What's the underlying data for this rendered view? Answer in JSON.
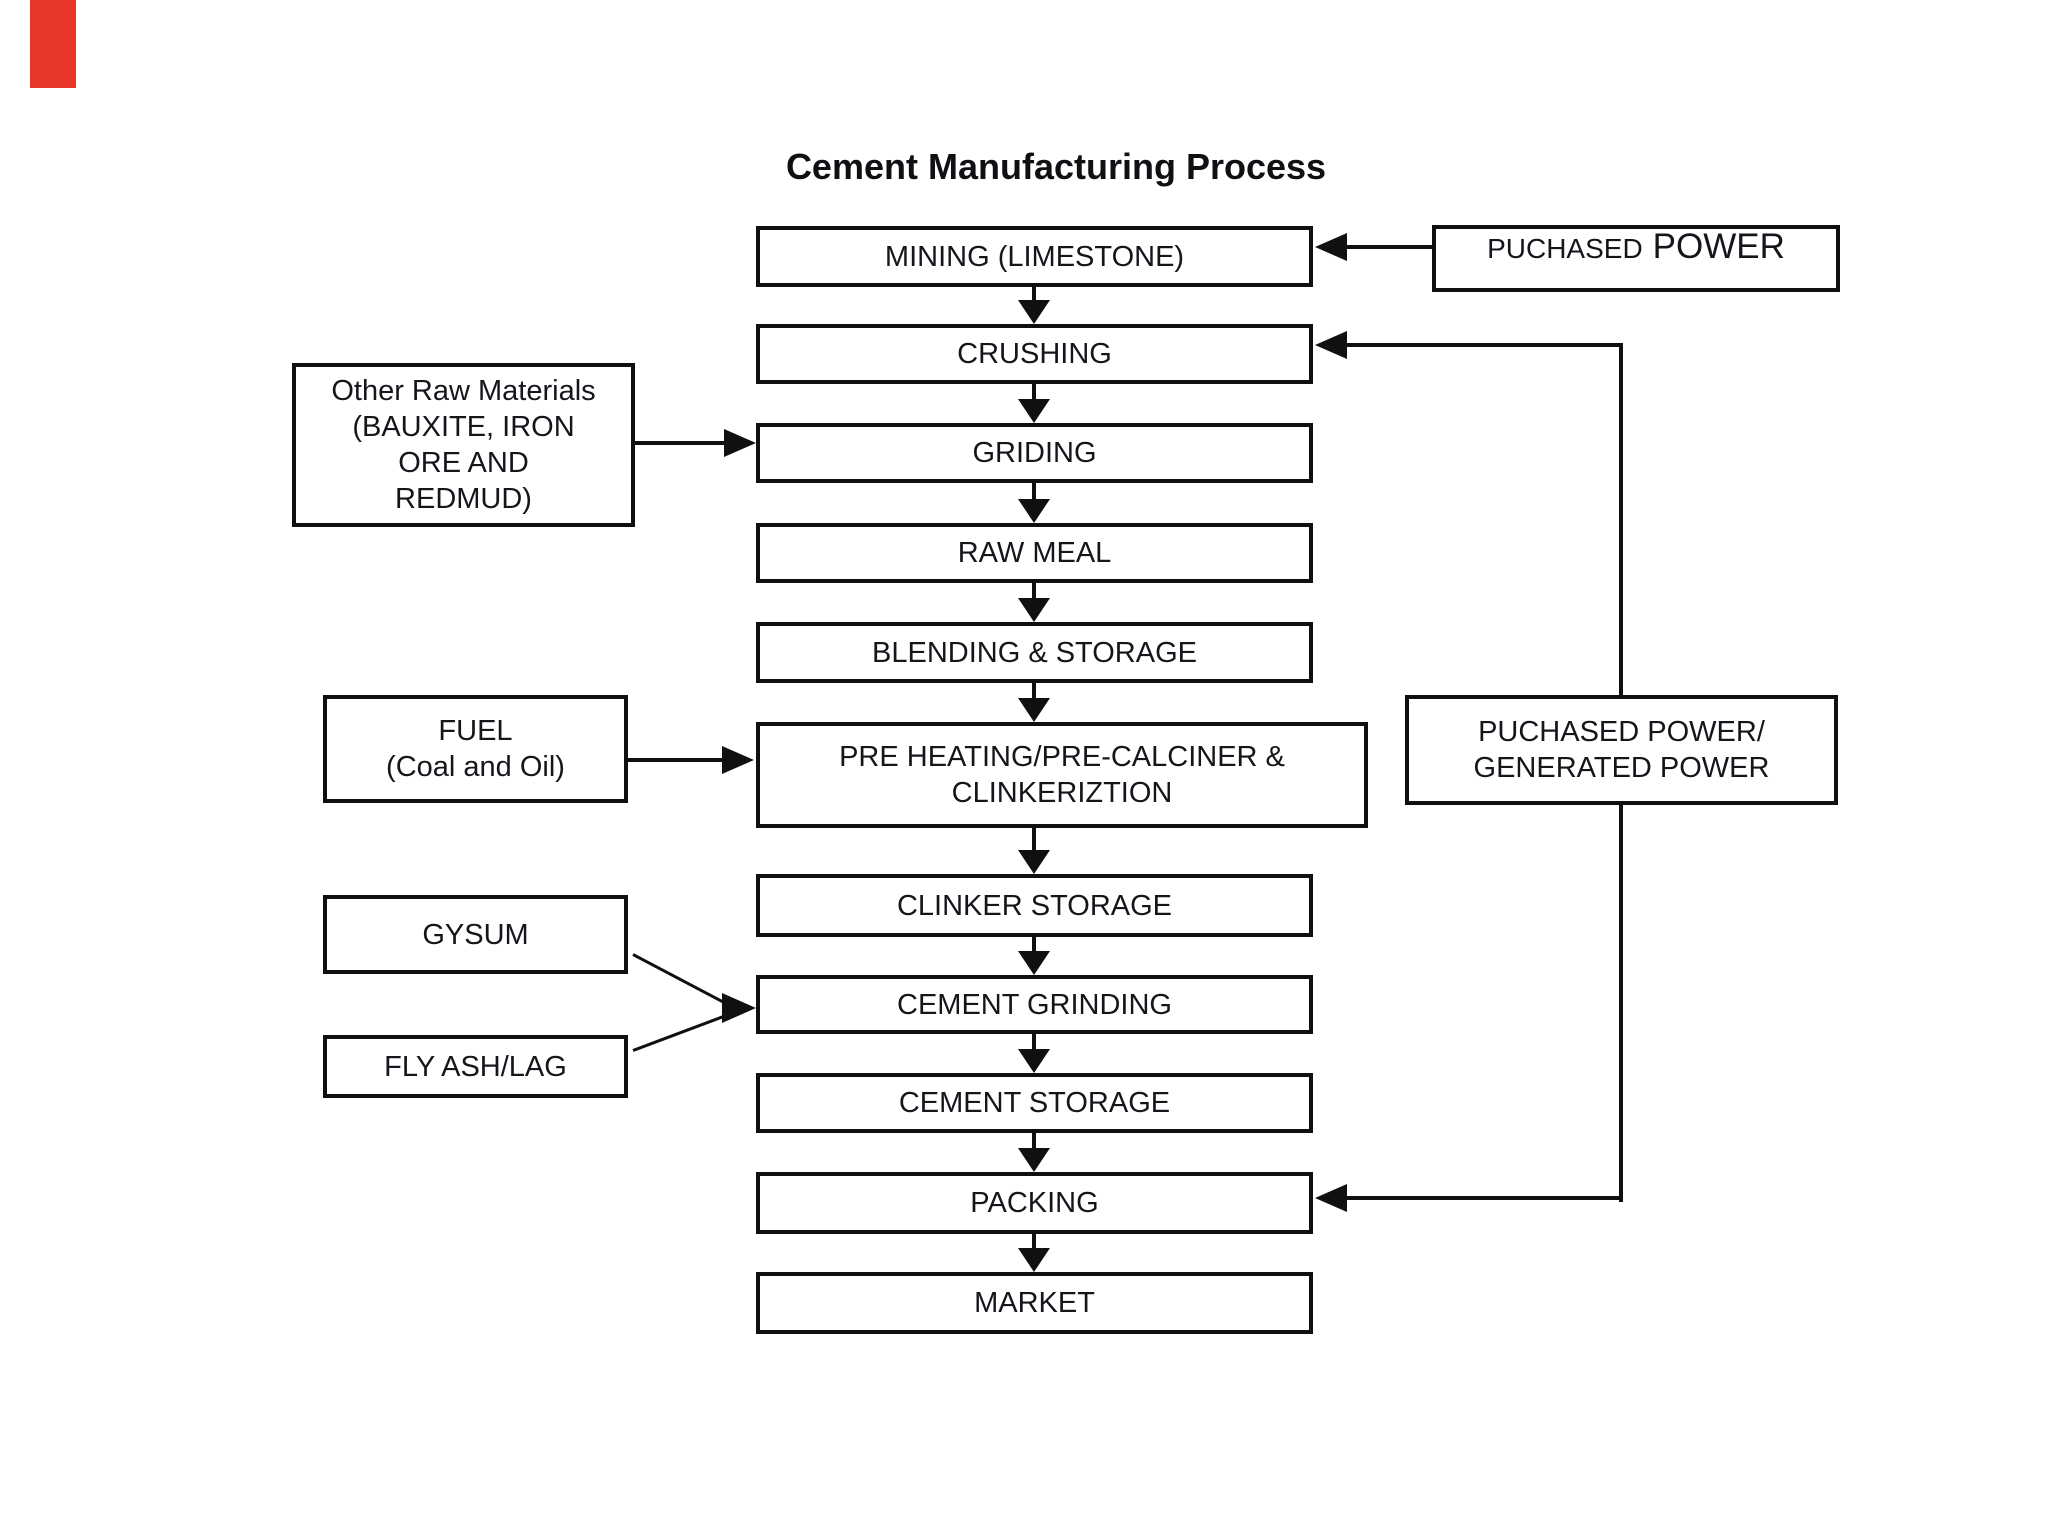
{
  "title": "Cement Manufacturing Process",
  "colors": {
    "line": "#101010",
    "red_mark": "#e8362b"
  },
  "main_flow": [
    {
      "id": "mining",
      "label": "MINING (LIMESTONE)"
    },
    {
      "id": "crushing",
      "label": "CRUSHING"
    },
    {
      "id": "griding",
      "label": "GRIDING"
    },
    {
      "id": "raw_meal",
      "label": "RAW MEAL"
    },
    {
      "id": "blending_storage",
      "label": "BLENDING & STORAGE"
    },
    {
      "id": "pre_heating",
      "label": "PRE HEATING/PRE-CALCINER & CLINKERIZTION"
    },
    {
      "id": "clinker_storage",
      "label": "CLINKER STORAGE"
    },
    {
      "id": "cement_grinding",
      "label": "CEMENT GRINDING"
    },
    {
      "id": "cement_storage",
      "label": "CEMENT STORAGE"
    },
    {
      "id": "packing",
      "label": "PACKING"
    },
    {
      "id": "market",
      "label": "MARKET"
    }
  ],
  "side_inputs": {
    "other_raw_materials": {
      "lines": [
        "Other Raw Materials",
        "(BAUXITE, IRON",
        "ORE AND",
        "REDMUD)"
      ]
    },
    "fuel": {
      "lines": [
        "FUEL",
        "(Coal and Oil)"
      ]
    },
    "gysum": {
      "label": "GYSUM"
    },
    "fly_ash": {
      "label": "FLY ASH/LAG"
    },
    "purchased_power": {
      "word1": "PUCHASED",
      "word2": "POWER"
    },
    "purchased_generated_power": {
      "lines": [
        "PUCHASED POWER/",
        "GENERATED POWER"
      ]
    }
  }
}
